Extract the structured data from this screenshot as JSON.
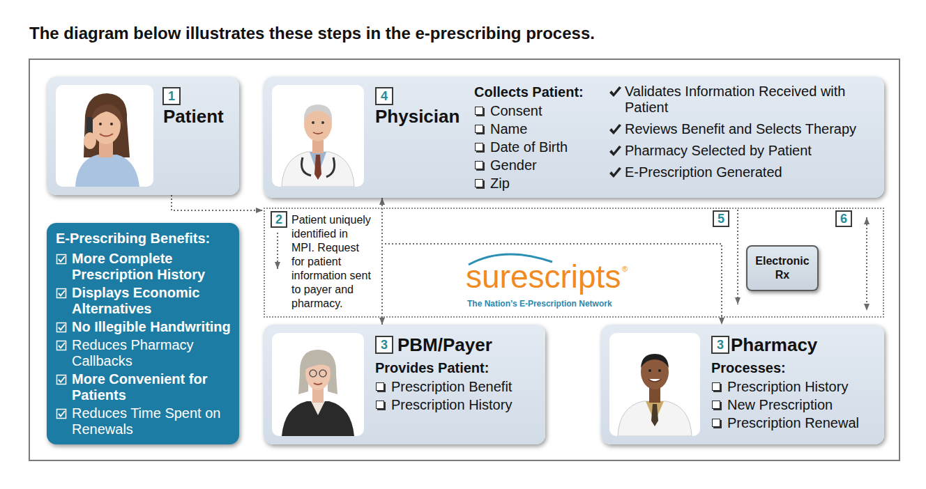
{
  "diagram": {
    "title": "The diagram below illustrates these steps in the e-prescribing process.",
    "nodes": [
      {
        "text": [
          "Patient"
        ]
      },
      {
        "text": [
          "1"
        ],
        "in": 0
      },
      {
        "text": [
          "Physician",
          "Collects Patient:",
          "Consent",
          "Name",
          "Date of Birth",
          "Gender",
          "Zip",
          "Validates Information Received with Patient",
          "Reviews Benefit and Selects Therapy",
          "Pharmacy Selected by Patient",
          "E-Prescription Generated"
        ]
      },
      {
        "text": [
          "4"
        ],
        "in": 2
      },
      {
        "text": [
          "E-Prescribing Benefits:",
          "More Complete Prescription History",
          "Displays Economic Alternatives",
          "No Illegible Handwriting",
          "Reduces Pharmacy Callbacks",
          "More Convenient for Patients",
          "Reduces Time Spent on Renewals"
        ]
      },
      {
        "text": [
          "Patient uniquely identified in MPI. Request for patient information sent to payer and pharmacy.",
          "surescripts",
          "®",
          "The Nation’s E-Prescription Network"
        ]
      },
      {
        "text": [
          "2"
        ],
        "in": 5
      },
      {
        "text": [
          "5"
        ],
        "in": 5
      },
      {
        "text": [
          "6"
        ],
        "in": 5
      },
      {
        "text": [
          "Electronic Rx"
        ],
        "in": 5
      },
      {
        "text": [
          "PBM/Payer",
          "Provides Patient:",
          "Prescription Benefit",
          "Prescription History"
        ]
      },
      {
        "text": [
          "3"
        ],
        "in": 10
      },
      {
        "text": [
          "Pharmacy",
          "Processes:",
          "Prescription History",
          "New Prescription",
          "Prescription Renewal"
        ]
      },
      {
        "text": [
          "3"
        ],
        "in": 12
      }
    ],
    "edges": [
      {
        "from": 0,
        "to": 5,
        "arrow": "to"
      },
      {
        "from": 2,
        "to": 10,
        "arrow": "both"
      },
      {
        "from": 2,
        "to": 12,
        "arrow": "to"
      }
    ]
  }
}
